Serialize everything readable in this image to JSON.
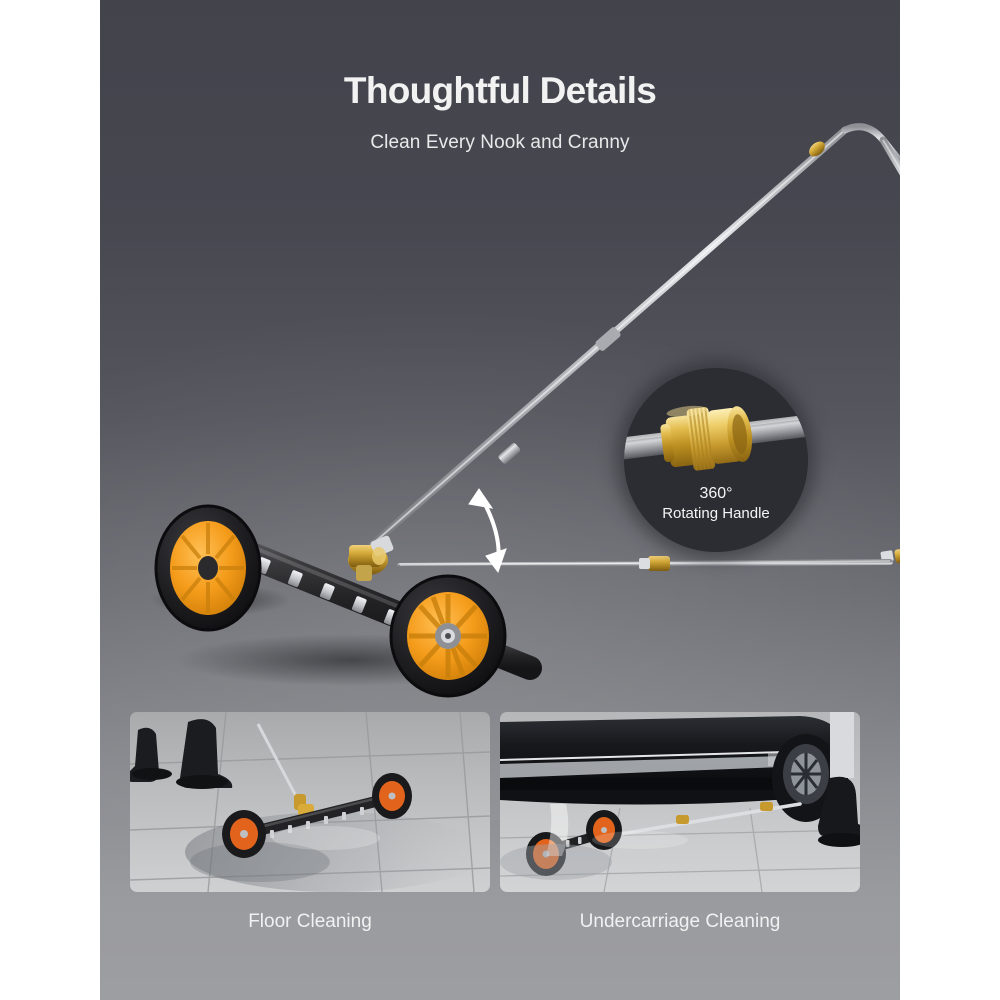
{
  "panel": {
    "bg_top_color": "#43434c",
    "bg_bottom_color": "#9d9ea2"
  },
  "header": {
    "title": "Thoughtful Details",
    "subtitle": "Clean Every Nook and Cranny"
  },
  "hero": {
    "alt": "pressure washer undercarriage cleaner with orange wheels and extension lance",
    "product_colors": {
      "wheel_hub": "#f59c1b",
      "tire": "#1d1d1f",
      "bar": "#2a2a2c",
      "brass": "#c79a2e",
      "steel": "#c9cace"
    },
    "nozzle_count": 7,
    "pivot_arrow": "double-headed-curved-arrow"
  },
  "callout": {
    "degrees": "360°",
    "label": "Rotating Handle",
    "circle_color": "#2b2d33",
    "subject": "brass quick-connect coupling on steel lance"
  },
  "thumbnails": [
    {
      "caption": "Floor Cleaning",
      "alt": "surface cleaner bar with orange wheels on wet concrete, rubber boots at left"
    },
    {
      "caption": "Undercarriage Cleaning",
      "alt": "cleaner bar sliding under a dark car, wet pavement, boots at right"
    }
  ]
}
